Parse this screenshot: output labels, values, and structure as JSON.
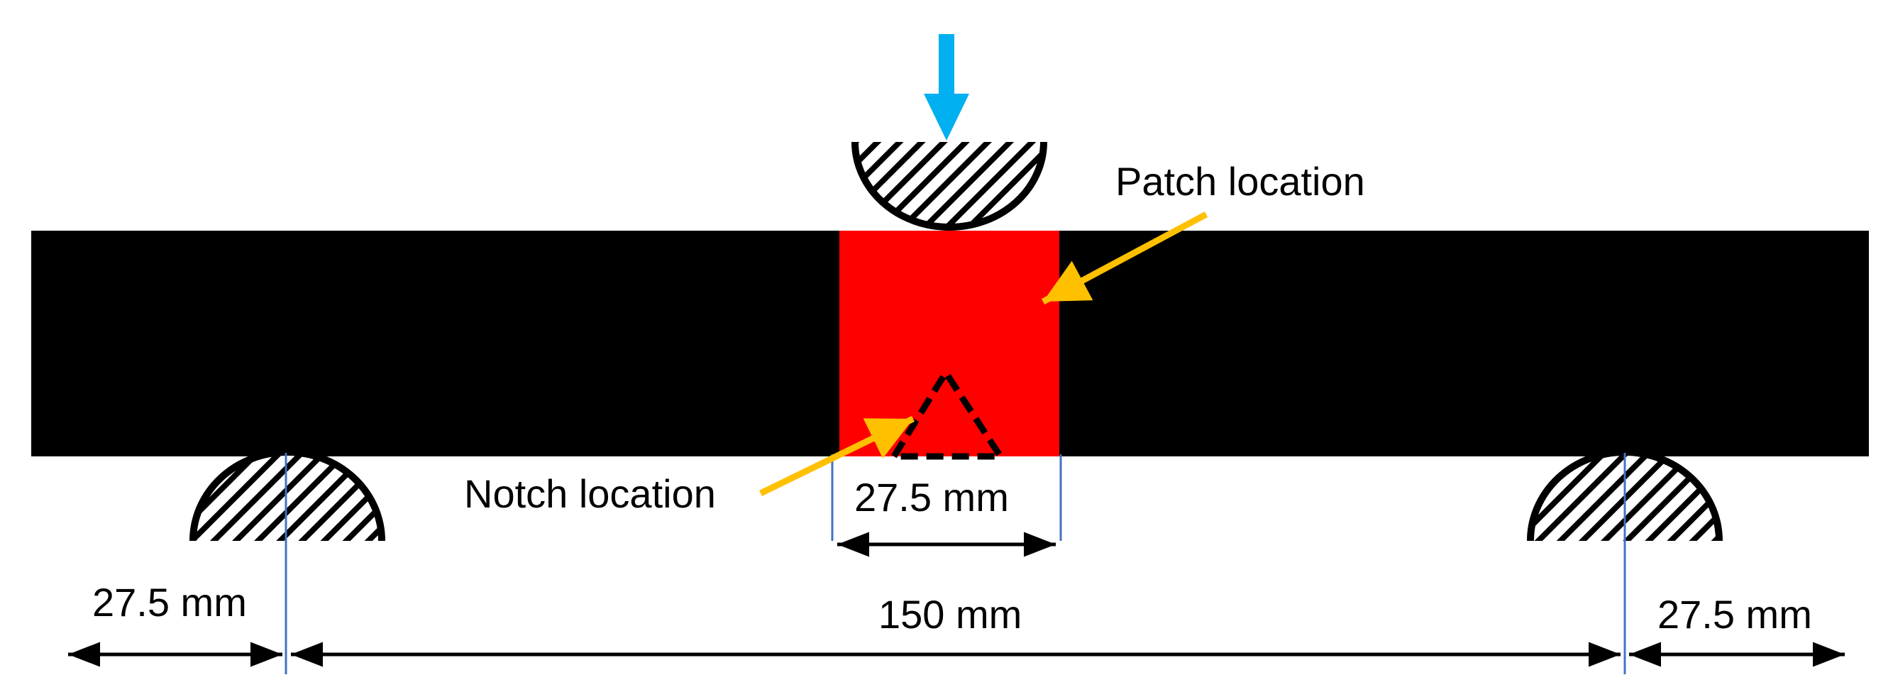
{
  "labels": {
    "patch_location": "Patch location",
    "notch_location": "Notch location",
    "patch_width": "27.5 mm",
    "span": "150 mm",
    "left_overhang": "27.5 mm",
    "right_overhang": "27.5 mm"
  },
  "colors": {
    "beam": "#000000",
    "patch": "#ff0000",
    "load_arrow": "#00b0f0",
    "pointer_arrow": "#ffc000",
    "guide_line": "#4472c4"
  },
  "icons": {
    "load": "down-arrow-icon",
    "supports": "hatched-roller-icon"
  }
}
